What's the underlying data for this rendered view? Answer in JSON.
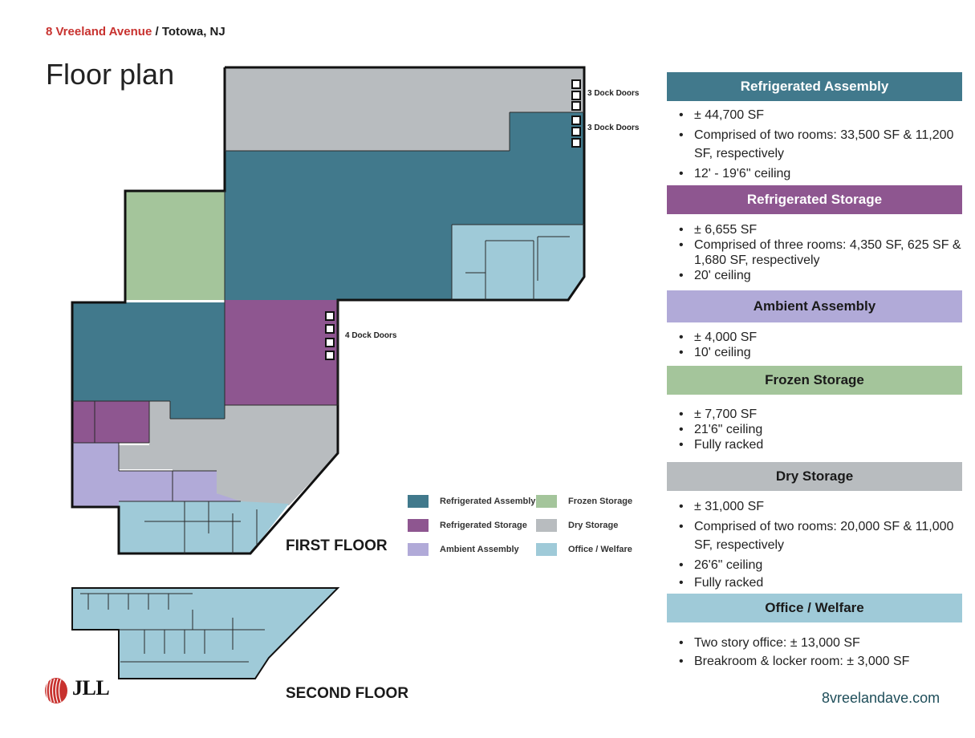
{
  "header": {
    "address": "8 Vreeland Avenue",
    "separator": " / ",
    "city": "Totowa, NJ"
  },
  "page_title": "Floor plan",
  "floor_labels": {
    "first": "FIRST FLOOR",
    "second": "SECOND FLOOR"
  },
  "dock_labels": [
    "3 Dock Doors",
    "3 Dock Doors",
    "4 Dock Doors"
  ],
  "colors": {
    "refrigerated_assembly": "#41798c",
    "refrigerated_storage": "#8e5690",
    "ambient_assembly": "#b1aad8",
    "frozen_storage": "#a4c59b",
    "dry_storage": "#b8bcbf",
    "office_welfare": "#9fcad8",
    "brand_red": "#c8322f"
  },
  "legend": [
    {
      "label": "Refrigerated Assembly",
      "color": "#41798c"
    },
    {
      "label": "Frozen Storage",
      "color": "#a4c59b"
    },
    {
      "label": "Refrigerated Storage",
      "color": "#8e5690"
    },
    {
      "label": "Dry Storage",
      "color": "#b8bcbf"
    },
    {
      "label": "Ambient Assembly",
      "color": "#b1aad8"
    },
    {
      "label": "Office / Welfare",
      "color": "#9fcad8"
    }
  ],
  "panels": [
    {
      "title": "Refrigerated Assembly",
      "bg": "#41798c",
      "fg": "#ffffff",
      "bullets": [
        "± 44,700 SF",
        "Comprised of two rooms: 33,500 SF & 11,200 SF, respectively",
        "12' - 19'6\" ceiling"
      ]
    },
    {
      "title": "Refrigerated Storage",
      "bg": "#8e5690",
      "fg": "#ffffff",
      "bullets": [
        "± 6,655 SF",
        "Comprised of three rooms: 4,350 SF, 625 SF & 1,680 SF, respectively",
        "20' ceiling"
      ]
    },
    {
      "title": "Ambient Assembly",
      "bg": "#b1aad8",
      "fg": "#1a1a1a",
      "bullets": [
        "± 4,000 SF",
        "10' ceiling"
      ]
    },
    {
      "title": "Frozen Storage",
      "bg": "#a4c59b",
      "fg": "#1a1a1a",
      "bullets": [
        "± 7,700 SF",
        "21'6\" ceiling",
        "Fully racked"
      ]
    },
    {
      "title": "Dry Storage",
      "bg": "#b8bcbf",
      "fg": "#1a1a1a",
      "bullets": [
        "± 31,000 SF",
        "Comprised of two rooms: 20,000 SF & 11,000 SF, respectively",
        "26'6\" ceiling",
        "Fully racked"
      ]
    },
    {
      "title": "Office / Welfare",
      "bg": "#9fcad8",
      "fg": "#1a1a1a",
      "bullets": [
        "Two story office: ± 13,000 SF",
        "Breakroom & locker room: ± 3,000 SF"
      ]
    }
  ],
  "logo": {
    "text": "JLL",
    "icon": "jll-logo-icon"
  },
  "website": "8vreelandave.com"
}
